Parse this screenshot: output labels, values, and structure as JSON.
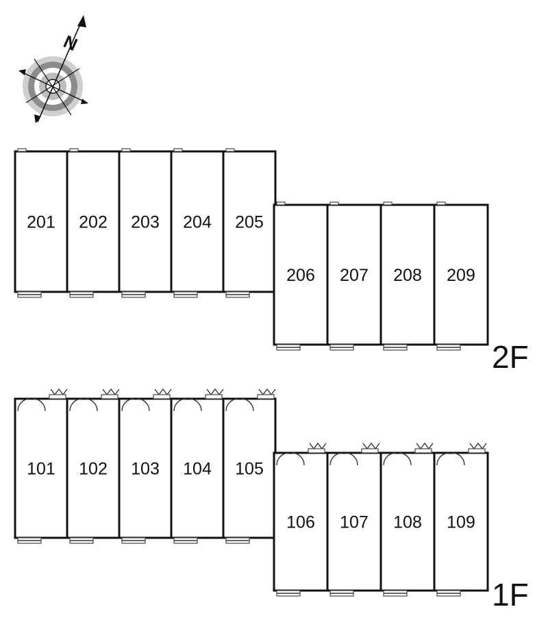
{
  "compass": {
    "north_label": "N",
    "icon": "compass-rose-icon"
  },
  "floors": [
    {
      "label": "2F",
      "units_left": [
        "201",
        "202",
        "203",
        "204",
        "205"
      ],
      "units_right": [
        "206",
        "207",
        "208",
        "209"
      ]
    },
    {
      "label": "1F",
      "units_left": [
        "101",
        "102",
        "103",
        "104",
        "105"
      ],
      "units_right": [
        "106",
        "107",
        "108",
        "109"
      ]
    }
  ],
  "colors": {
    "line": "#111111",
    "compass_ring": "#8c8c8c",
    "compass_ring_light": "#cccccc",
    "background": "#ffffff"
  }
}
